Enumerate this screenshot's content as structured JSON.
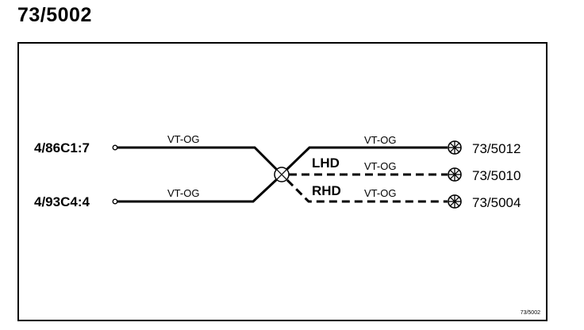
{
  "title": "73/5002",
  "sources": [
    {
      "label": "4/86C1:7"
    },
    {
      "label": "4/93C4:4"
    }
  ],
  "source_wires": [
    {
      "label": "VT-OG"
    },
    {
      "label": "VT-OG"
    }
  ],
  "variants": {
    "lhd": "LHD",
    "rhd": "RHD"
  },
  "destinations": [
    {
      "wire_label": "VT-OG",
      "label": "73/5012",
      "line_style": "solid"
    },
    {
      "wire_label": "VT-OG",
      "label": "73/5010",
      "line_style": "dashed"
    },
    {
      "wire_label": "VT-OG",
      "label": "73/5004",
      "line_style": "dashed"
    }
  ],
  "reference": "73/5002"
}
